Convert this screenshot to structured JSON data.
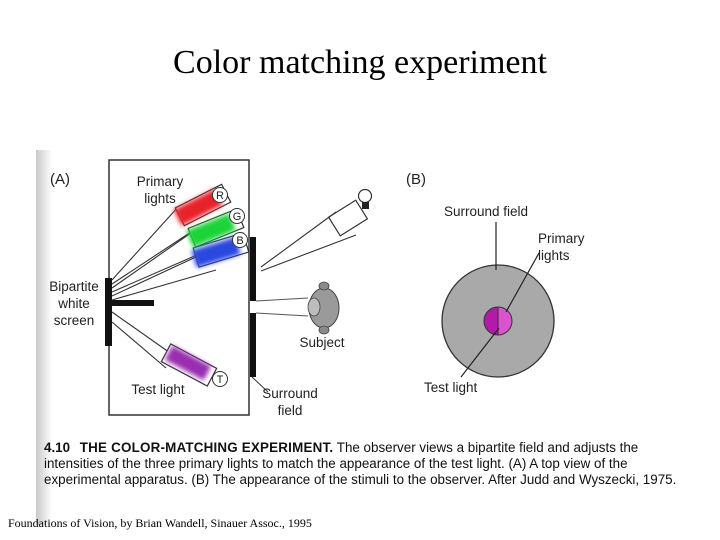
{
  "slide": {
    "title": "Color matching experiment",
    "footer": "Foundations of Vision, by Brian Wandell, Sinauer Assoc., 1995"
  },
  "figure": {
    "panel_a": {
      "label": "(A)",
      "primary_label_1": "Primary",
      "primary_label_2": "lights",
      "light_r": "R",
      "light_g": "G",
      "light_b": "B",
      "light_t": "T",
      "bipartite_1": "Bipartite",
      "bipartite_2": "white",
      "bipartite_3": "screen",
      "test_light": "Test light",
      "subject": "Subject",
      "surround_1": "Surround",
      "surround_2": "field",
      "colors": {
        "red": "#e8202a",
        "green": "#1fd437",
        "blue": "#2a46e0",
        "purple": "#9a2fb0"
      }
    },
    "panel_b": {
      "label": "(B)",
      "surround_field": "Surround field",
      "primary_1": "Primary",
      "primary_2": "lights",
      "test_light": "Test light",
      "colors": {
        "surround": "#a9a9a9",
        "primary_half": "#b21aa8",
        "test_half": "#d955d0"
      }
    },
    "caption": {
      "number": "4.10",
      "heading": "THE COLOR-MATCHING EXPERIMENT.",
      "body": "The observer views a bipartite field and adjusts the intensities of the three primary lights to match the appearance of the test light. (A) A top view of the experimental apparatus. (B) The appearance of the stimuli to the observer. After Judd and Wyszecki, 1975."
    }
  }
}
